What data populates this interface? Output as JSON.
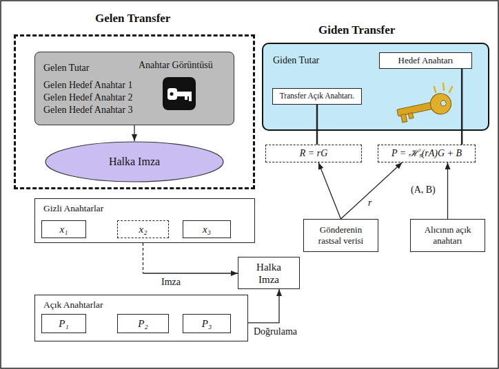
{
  "diagram": {
    "nodes": [
      {
        "text": [
          "Gelen Transfer"
        ]
      },
      {
        "text": [
          "Gelen Tutar",
          "Anahtar Görüntüsü",
          "Gelen Hedef Anahtar 1",
          "Gelen Hedef Anahtar 2",
          "Gelen Hedef Anahtar 3"
        ],
        "in": 0
      },
      {
        "text": [
          "Halka Imza"
        ],
        "in": 0
      },
      {
        "text": [
          "Giden Transfer",
          "Giden Tutar"
        ]
      },
      {
        "text": [
          "Hedef Anahtarı"
        ],
        "in": 3
      },
      {
        "text": [
          "Transfer Açık Anahtarı."
        ],
        "in": 3
      },
      {
        "text": [
          "R = rG"
        ]
      },
      {
        "text": [
          "P = ℋₛ(rA)G + B"
        ]
      },
      {
        "text": [
          "Gönderenin rastsal verisi"
        ]
      },
      {
        "text": [
          "Alıcının açık anahtarı"
        ]
      },
      {
        "text": [
          "Gizli Anahtarlar"
        ]
      },
      {
        "text": [
          "x₁"
        ],
        "in": 10
      },
      {
        "text": [
          "x₂"
        ],
        "in": 10
      },
      {
        "text": [
          "x₃"
        ],
        "in": 10
      },
      {
        "text": [
          "Halka Imza"
        ]
      },
      {
        "text": [
          "Açık Anahtarlar"
        ]
      },
      {
        "text": [
          "P₁"
        ],
        "in": 15
      },
      {
        "text": [
          "P₂"
        ],
        "in": 15
      },
      {
        "text": [
          "P₃"
        ],
        "in": 15
      }
    ],
    "edges": [
      {
        "from": 1,
        "to": 2,
        "arrow": "to"
      },
      {
        "from": 5,
        "to": 6,
        "arrow": "none"
      },
      {
        "from": 4,
        "to": 7,
        "arrow": "none"
      },
      {
        "from": 8,
        "to": 6,
        "arrow": "to",
        "label": "r"
      },
      {
        "from": 8,
        "to": 7,
        "arrow": "to"
      },
      {
        "from": 9,
        "to": 7,
        "arrow": "to",
        "label": "(A, B)"
      },
      {
        "from": 12,
        "to": 14,
        "arrow": "to",
        "label": "Imza"
      },
      {
        "from": 15,
        "to": 14,
        "arrow": "to",
        "label": "Doğrulama"
      }
    ]
  }
}
